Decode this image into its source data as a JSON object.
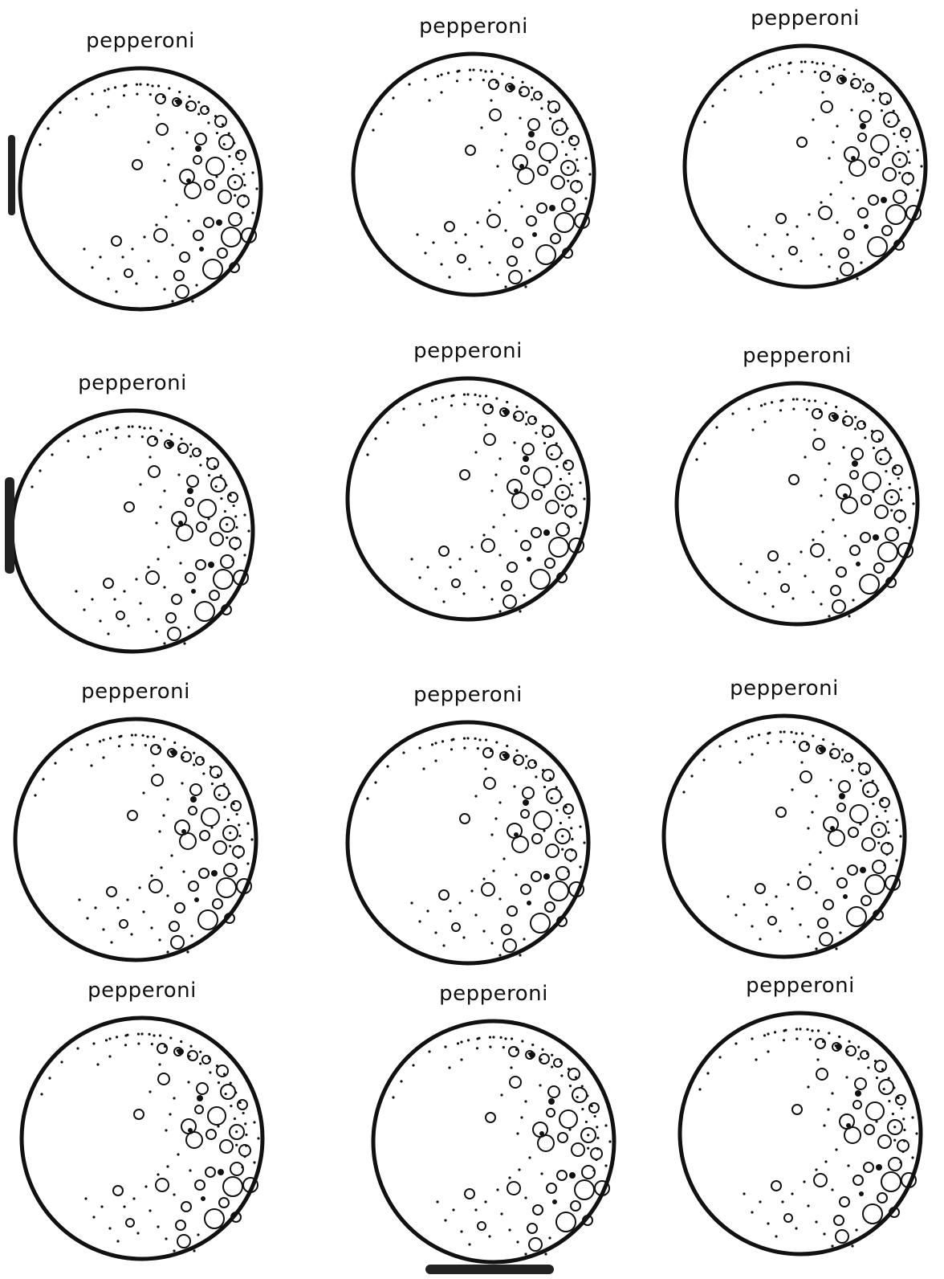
{
  "colors": {
    "ink": "#111111",
    "paper": "#ffffff",
    "crust": "#1a1a1a"
  },
  "pizzas": [
    {
      "label": "pepperoni",
      "row": 1,
      "col": 1
    },
    {
      "label": "pepperoni",
      "row": 1,
      "col": 2
    },
    {
      "label": "pepperoni",
      "row": 1,
      "col": 3
    },
    {
      "label": "pepperoni",
      "row": 2,
      "col": 1
    },
    {
      "label": "pepperoni",
      "row": 2,
      "col": 2
    },
    {
      "label": "pepperoni",
      "row": 2,
      "col": 3
    },
    {
      "label": "pepperoni",
      "row": 3,
      "col": 1
    },
    {
      "label": "pepperoni",
      "row": 3,
      "col": 2
    },
    {
      "label": "pepperoni",
      "row": 3,
      "col": 3
    },
    {
      "label": "pepperoni",
      "row": 4,
      "col": 1
    },
    {
      "label": "pepperoni",
      "row": 4,
      "col": 2
    },
    {
      "label": "pepperoni",
      "row": 4,
      "col": 3
    }
  ]
}
